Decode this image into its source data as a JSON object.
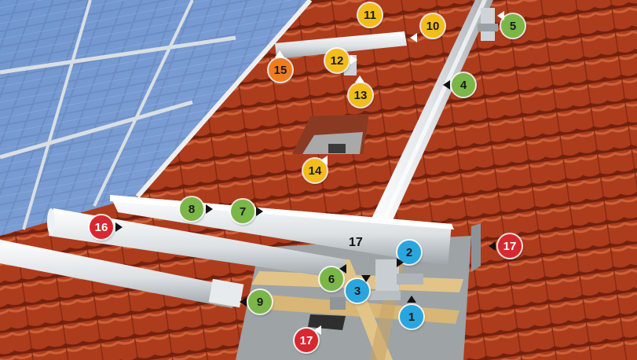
{
  "colors": {
    "sky": "#e9f1f6",
    "tile": "#b8401f",
    "tile_shadow": "#7a2410",
    "tile_highlight": "#d9683c",
    "panel": "#2f5aa8",
    "rail": "#e6e8ea",
    "batten": "#e2c488",
    "underlay": "#9ea3a6"
  },
  "callouts": [
    {
      "id": "c1",
      "label": "1",
      "color": "blue"
    },
    {
      "id": "c2",
      "label": "2",
      "color": "blue"
    },
    {
      "id": "c3",
      "label": "3",
      "color": "blue"
    },
    {
      "id": "c4",
      "label": "4",
      "color": "green"
    },
    {
      "id": "c5",
      "label": "5",
      "color": "green"
    },
    {
      "id": "c6",
      "label": "6",
      "color": "green"
    },
    {
      "id": "c7",
      "label": "7",
      "color": "green"
    },
    {
      "id": "c8",
      "label": "8",
      "color": "green"
    },
    {
      "id": "c9",
      "label": "9",
      "color": "green"
    },
    {
      "id": "c10",
      "label": "10",
      "color": "yellow"
    },
    {
      "id": "c11",
      "label": "11",
      "color": "yellow"
    },
    {
      "id": "c12",
      "label": "12",
      "color": "yellow"
    },
    {
      "id": "c13",
      "label": "13",
      "color": "yellow"
    },
    {
      "id": "c14",
      "label": "14",
      "color": "yellow"
    },
    {
      "id": "c15",
      "label": "15",
      "color": "orange"
    },
    {
      "id": "c16",
      "label": "16",
      "color": "red"
    },
    {
      "id": "c17a",
      "label": "17",
      "color": "red"
    },
    {
      "id": "c17b",
      "label": "17",
      "color": "red"
    }
  ],
  "plain_label": "17"
}
